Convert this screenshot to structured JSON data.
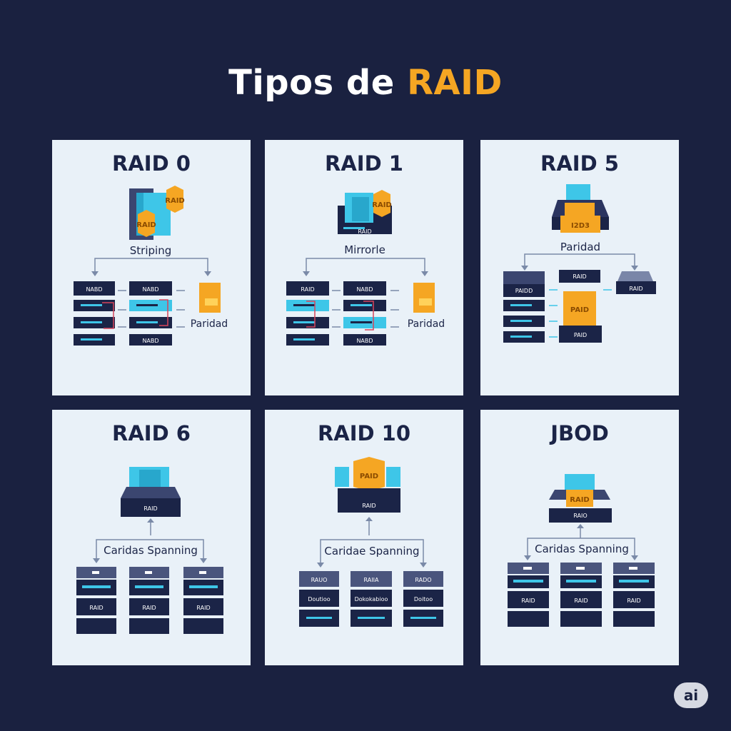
{
  "title": {
    "prefix": "Tipos de",
    "accent": "RAID"
  },
  "cards": [
    {
      "title": "RAID 0",
      "top_badges": [
        "RAID",
        "RAID"
      ],
      "concept_label": "Striping",
      "disk_labels": [
        "NABD",
        "NABD",
        "NABD"
      ],
      "parity_label": "Paridad"
    },
    {
      "title": "RAID 1",
      "top_badges": [
        "RAID",
        "RAID"
      ],
      "concept_label": "Mirrorle",
      "disk_labels": [
        "RAID",
        "NABD",
        "NABD"
      ],
      "parity_label": "Paridad"
    },
    {
      "title": "RAID 5",
      "top_badges": [
        "I2D3"
      ],
      "concept_label": "Paridad",
      "disk_labels": [
        "PAIDD",
        "RAID",
        "RAID",
        "PAID"
      ],
      "parity_badge": "PAID"
    },
    {
      "title": "RAID 6",
      "top_badges": [
        "RAID"
      ],
      "concept_label": "Caridas Spanning",
      "disk_labels": [
        "RAID",
        "RAID",
        "RAID"
      ]
    },
    {
      "title": "RAID 10",
      "top_badges": [
        "PAID",
        "RAID"
      ],
      "concept_label": "Caridae Spanning",
      "disk_labels": [
        "RAUO",
        "RAIIA",
        "RADO",
        "Doutioo",
        "Dokokabioo",
        "Doitoo"
      ]
    },
    {
      "title": "JBOD",
      "top_badges": [
        "RAID",
        "RAIO"
      ],
      "concept_label": "Caridas Spanning",
      "disk_labels": [
        "RAID",
        "RAID",
        "RAID"
      ]
    }
  ],
  "badge": "ai",
  "colors": {
    "background": "#1a2140",
    "card": "#e9f1f8",
    "accent": "#f5a623",
    "server": "#1b2447",
    "cyan": "#3ec6e8"
  }
}
